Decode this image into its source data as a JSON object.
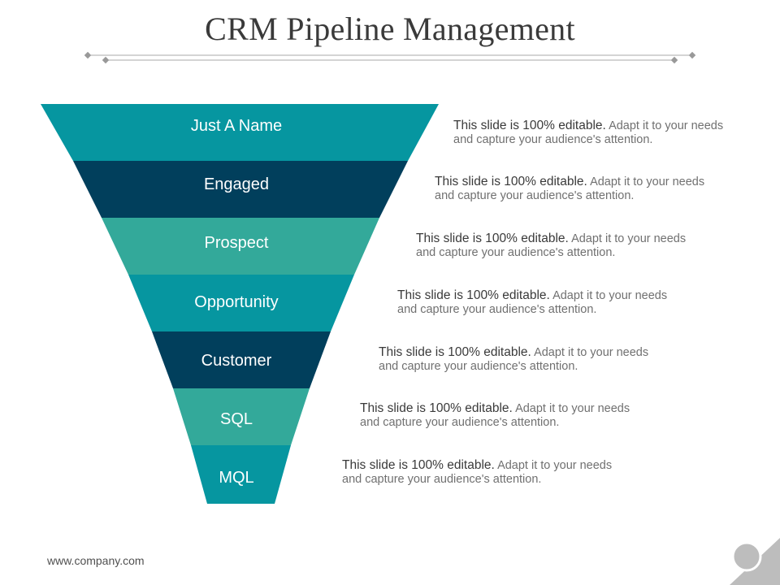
{
  "slide": {
    "title": "CRM Pipeline Management",
    "footer_url": "www.company.com"
  },
  "colors": {
    "teal": "#0696a0",
    "navy": "#013f5c",
    "sea_green": "#33a99a",
    "title_text": "#3a3a3a",
    "body_text": "#707070",
    "corner_gray": "#bdbdbd"
  },
  "funnel": {
    "stages": [
      {
        "label": "Just A Name",
        "color": "#0696a0"
      },
      {
        "label": "Engaged",
        "color": "#013f5c"
      },
      {
        "label": "Prospect",
        "color": "#33a99a"
      },
      {
        "label": "Opportunity",
        "color": "#0696a0"
      },
      {
        "label": "Customer",
        "color": "#013f5c"
      },
      {
        "label": "SQL",
        "color": "#33a99a"
      },
      {
        "label": "MQL",
        "color": "#0696a0"
      }
    ]
  },
  "descriptions": [
    {
      "lead": "This slide is 100% editable.",
      "rest_line1": "Adapt it to your needs",
      "line2": "and capture your audience's attention."
    },
    {
      "lead": "This slide is 100% editable.",
      "rest_line1": "Adapt it to your needs",
      "line2": "and capture your audience's attention."
    },
    {
      "lead": "This slide is 100% editable.",
      "rest_line1": "Adapt it to your needs",
      "line2": "and capture your audience's attention."
    },
    {
      "lead": "This slide is 100% editable.",
      "rest_line1": "Adapt it to your needs",
      "line2": "and capture your audience's attention."
    },
    {
      "lead": "This slide is 100% editable.",
      "rest_line1": "Adapt it to your needs",
      "line2": "and capture your audience's attention."
    },
    {
      "lead": "This slide is 100% editable.",
      "rest_line1": "Adapt it to your needs",
      "line2": "and capture your audience's attention."
    },
    {
      "lead": "This slide is 100% editable.",
      "rest_line1": "Adapt it to your needs",
      "line2": "and capture your audience's attention."
    }
  ]
}
